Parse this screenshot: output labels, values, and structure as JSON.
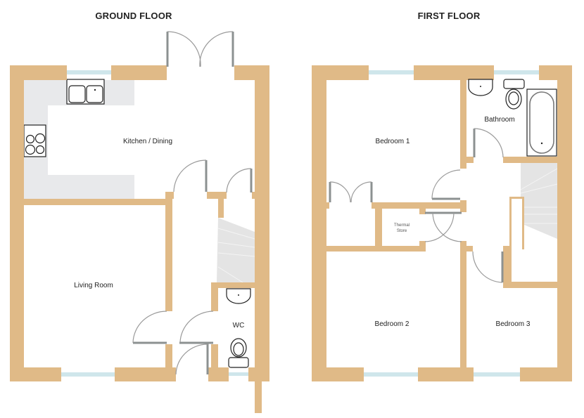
{
  "ground_floor": {
    "title": "GROUND FLOOR",
    "rooms": {
      "kitchen": "Kitchen / Dining",
      "living": "Living Room",
      "wc": "WC"
    }
  },
  "first_floor": {
    "title": "FIRST FLOOR",
    "rooms": {
      "bedroom1": "Bedroom 1",
      "bathroom": "Bathroom",
      "thermal_line1": "Thermal",
      "thermal_line2": "Store",
      "bedroom2": "Bedroom 2",
      "bedroom3": "Bedroom 3"
    }
  },
  "colors": {
    "wall": "#e0ba87",
    "window": "#cfe6eb",
    "counter": "#e8e9eb"
  }
}
